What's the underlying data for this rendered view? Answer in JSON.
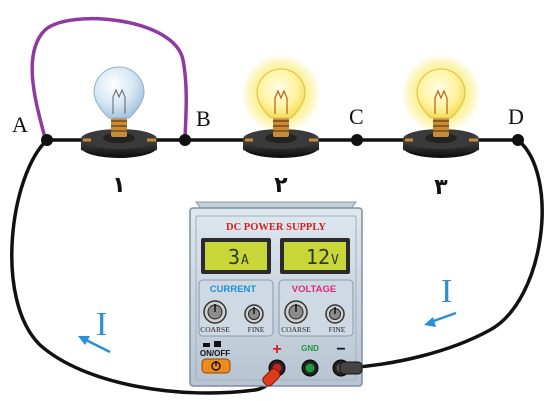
{
  "points": {
    "a": "A",
    "b": "B",
    "c": "C",
    "d": "D"
  },
  "bulbs": [
    {
      "number": "۱",
      "state": "off"
    },
    {
      "number": "۲",
      "state": "on"
    },
    {
      "number": "۳",
      "state": "on"
    }
  ],
  "current_labels": {
    "left": "I",
    "right": "I"
  },
  "power_supply": {
    "title": "DC POWER SUPPLY",
    "current_display": {
      "value": "3",
      "unit": "A"
    },
    "voltage_display": {
      "value": "12",
      "unit": "V"
    },
    "current_section": "CURRENT",
    "voltage_section": "VOLTAGE",
    "coarse": "COARSE",
    "fine": "FINE",
    "power_switch": "ON/OFF",
    "plus": "+",
    "gnd": "GND",
    "minus": "−"
  },
  "colors": {
    "wire": "#111111",
    "short_wire": "#8e3aa1",
    "current_arrow": "#2a8fd6",
    "lit_glow": "#f5e23a",
    "panel_title": "#d42020",
    "lcd_background": "#c8d63a"
  }
}
